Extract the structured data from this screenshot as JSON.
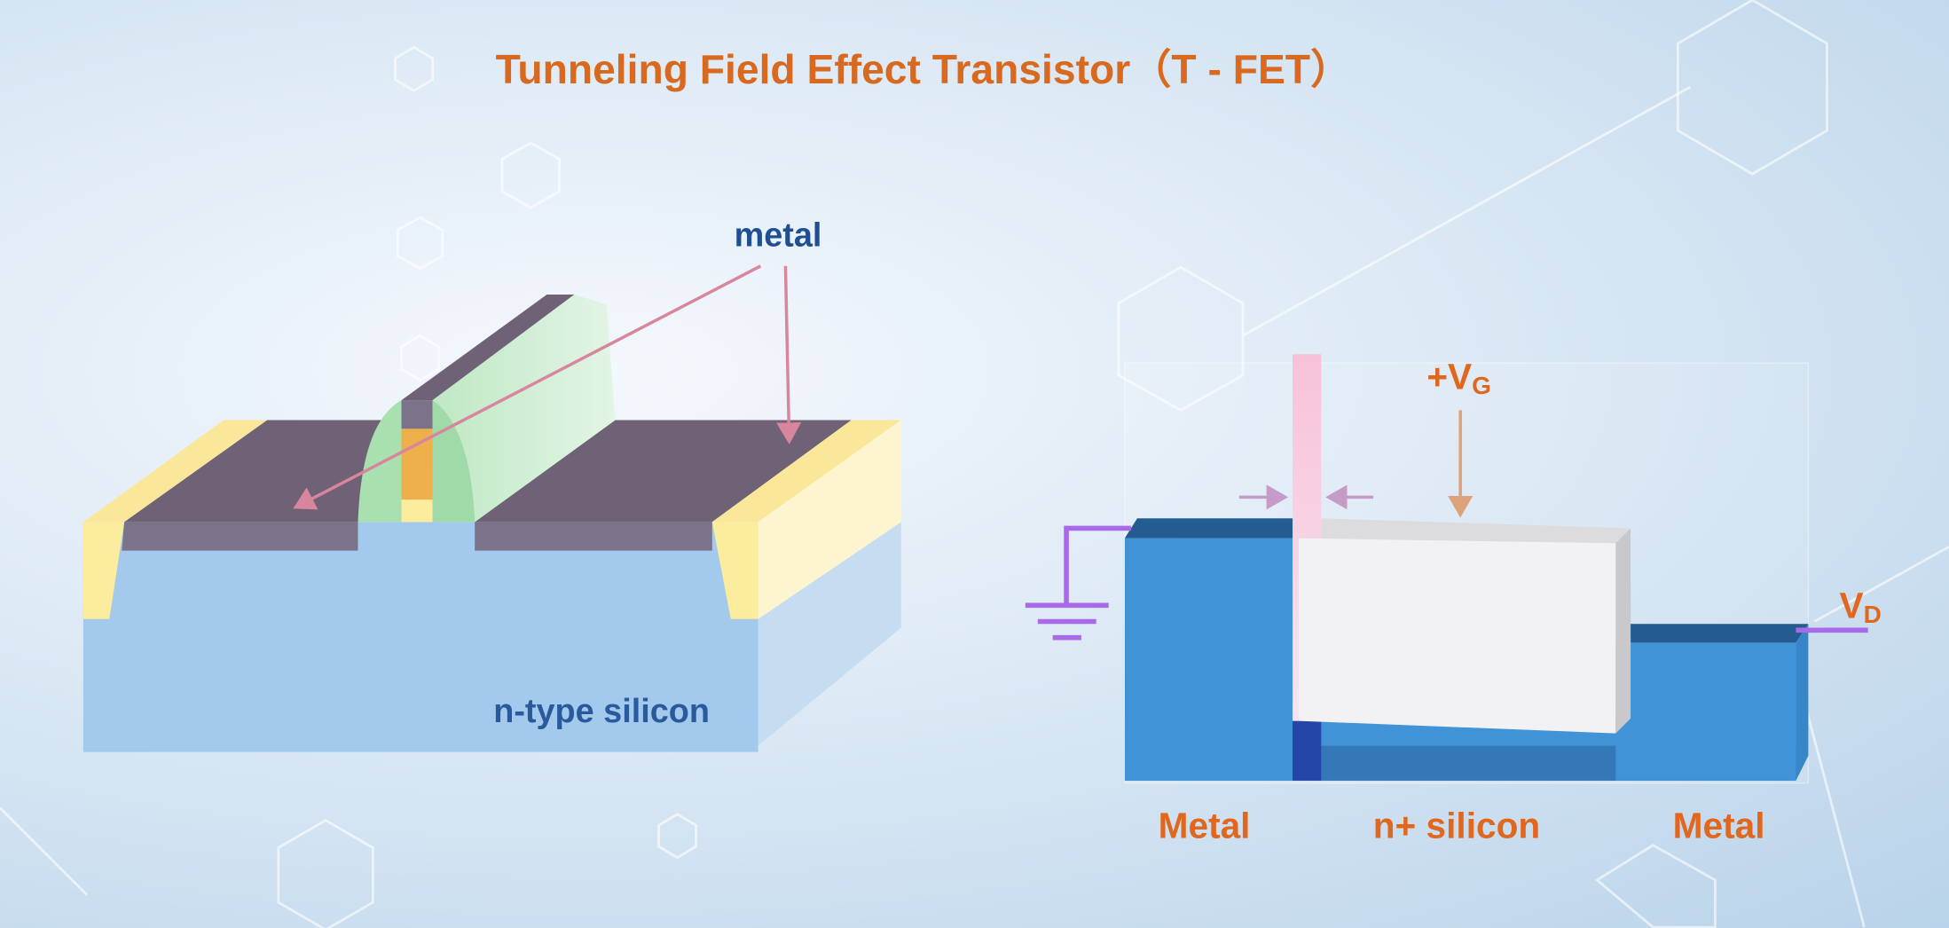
{
  "title": "Tunneling Field Effect Transistor（T - FET）",
  "left_diagram": {
    "metal_label": "metal",
    "substrate_label": "n-type silicon"
  },
  "right_diagram": {
    "gate_voltage_label": "+V",
    "gate_voltage_sub": "G",
    "drain_voltage_label": "V",
    "drain_voltage_sub": "D",
    "left_label": "Metal",
    "center_label": "n+ silicon",
    "right_label": "Metal"
  },
  "colors": {
    "title": "#d8691e",
    "label_orange": "#e0671d",
    "label_blue": "#1f4e92",
    "wire": "#a86ae8",
    "metal_block": "#3f93d6"
  }
}
